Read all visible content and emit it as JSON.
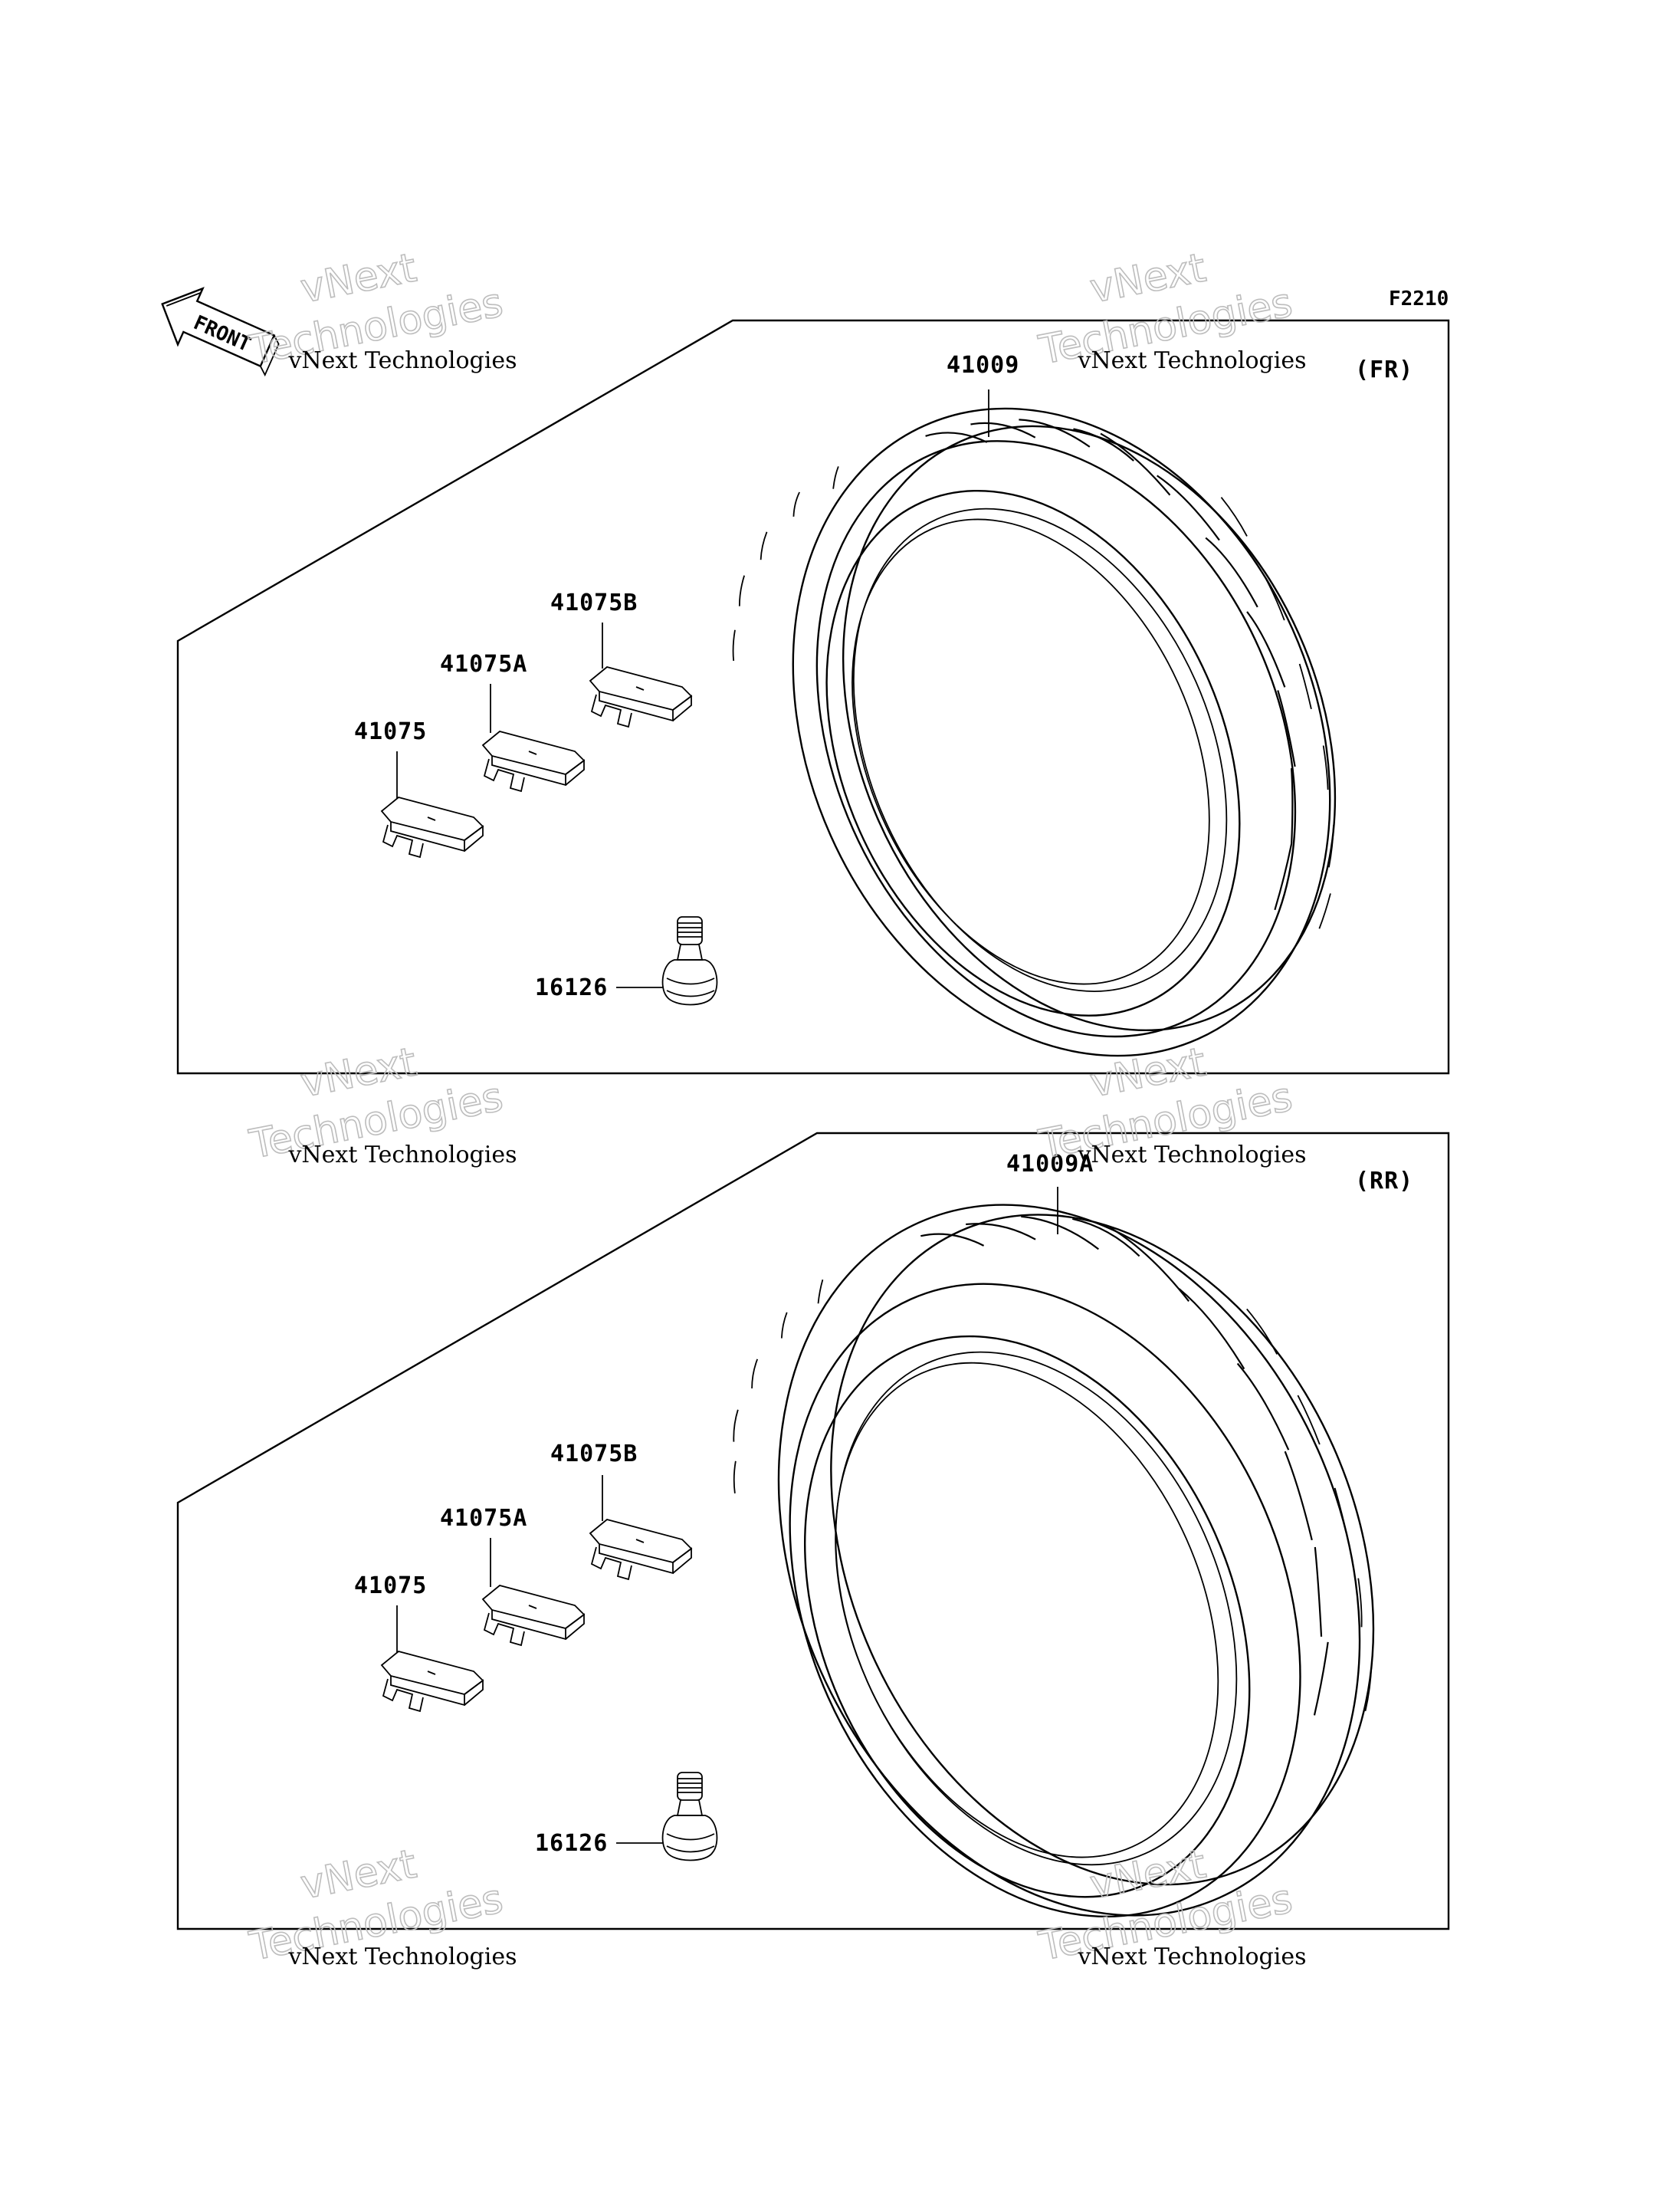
{
  "figure_code": "F2210",
  "front_label": "FRONT",
  "watermark": {
    "line1": "vNext",
    "line2": "Technologies",
    "caption": "vNext Technologies"
  },
  "front_panel": {
    "position_tag": "(FR)",
    "tire_part": "41009",
    "weight_1": "41075",
    "weight_2": "41075A",
    "weight_3": "41075B",
    "valve": "16126"
  },
  "rear_panel": {
    "position_tag": "(RR)",
    "tire_part": "41009A",
    "weight_1": "41075",
    "weight_2": "41075A",
    "weight_3": "41075B",
    "valve": "16126"
  },
  "colors": {
    "ink": "#000000",
    "watermark_outline": "#bdbdbd",
    "background": "#ffffff"
  }
}
